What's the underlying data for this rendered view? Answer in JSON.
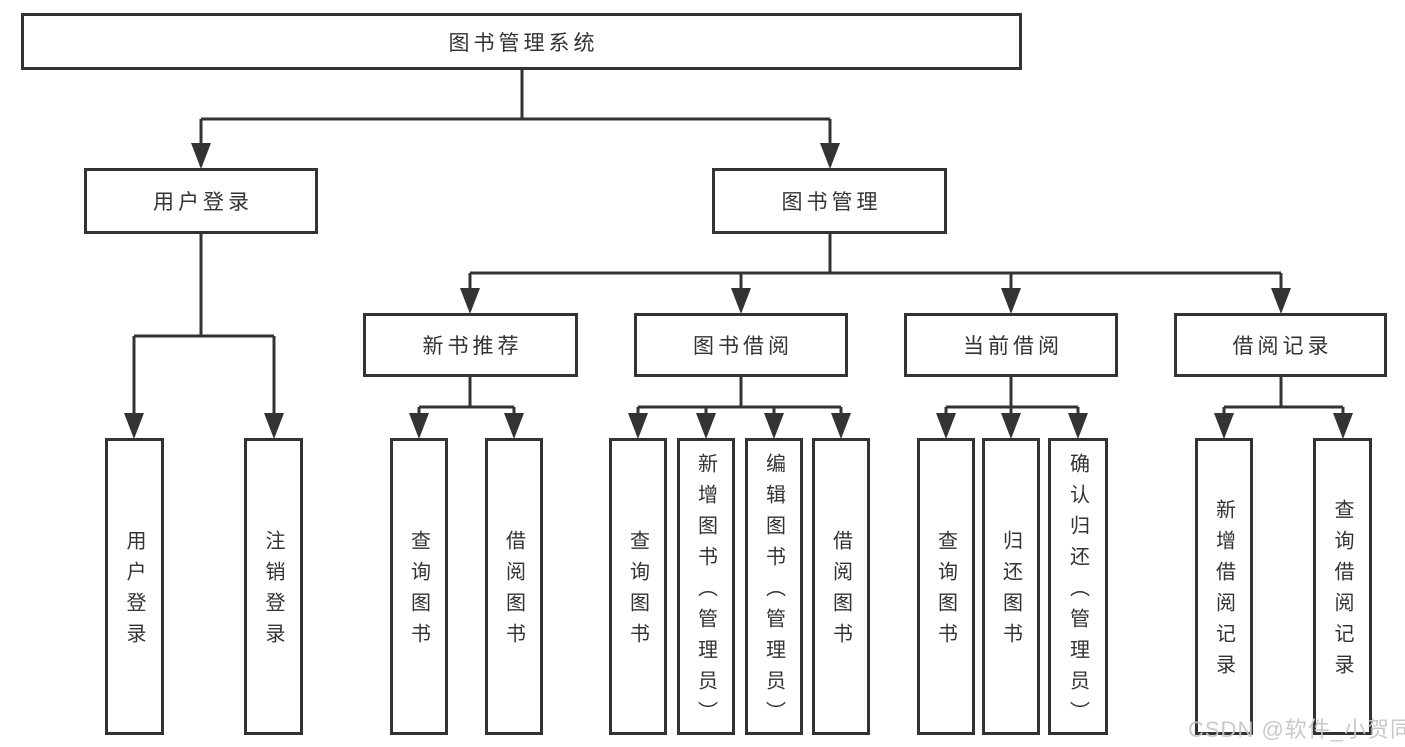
{
  "colors": {
    "line": "#333333",
    "box_border": "#333333",
    "text": "#333333",
    "background": "#ffffff",
    "watermark": "#c9c5c5"
  },
  "tree": {
    "root": "图书管理系统",
    "branches": [
      {
        "label": "用户登录",
        "leaves": [
          "用户登录",
          "注销登录"
        ]
      },
      {
        "label": "图书管理",
        "groups": [
          {
            "label": "新书推荐",
            "leaves": [
              "查询图书",
              "借阅图书"
            ]
          },
          {
            "label": "图书借阅",
            "leaves": [
              "查询图书",
              "新增图书（管理员）",
              "编辑图书（管理员）",
              "借阅图书"
            ]
          },
          {
            "label": "当前借阅",
            "leaves": [
              "查询图书",
              "归还图书",
              "确认归还（管理员）"
            ]
          },
          {
            "label": "借阅记录",
            "leaves": [
              "新增借阅记录",
              "查询借阅记录"
            ]
          }
        ]
      }
    ]
  },
  "watermark": {
    "text": "CSDN @软件_小贺同学"
  }
}
